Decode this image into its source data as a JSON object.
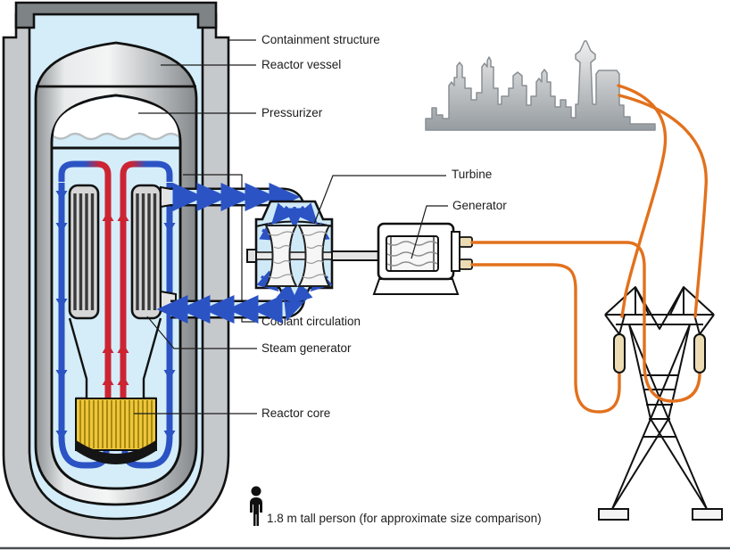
{
  "diagram": {
    "labels": {
      "containment_structure": "Containment structure",
      "reactor_vessel": "Reactor vessel",
      "pressurizer": "Pressurizer",
      "turbine": "Turbine",
      "generator": "Generator",
      "coolant_circulation": "Coolant circulation",
      "steam_generator": "Steam generator",
      "reactor_core": "Reactor core",
      "person_caption": "1.8 m tall person (for approximate size comparison)"
    },
    "colors": {
      "hot_coolant": "#cc2433",
      "cold_coolant": "#2b53c4",
      "coolant_background": "#d4edf9",
      "power_wire": "#e2711d",
      "reactor_core_fuel": "#edc63d",
      "structure_gray": "#c6c9cb",
      "containment_lid": "#7e8486",
      "insulator": "#ecdcb4"
    }
  }
}
